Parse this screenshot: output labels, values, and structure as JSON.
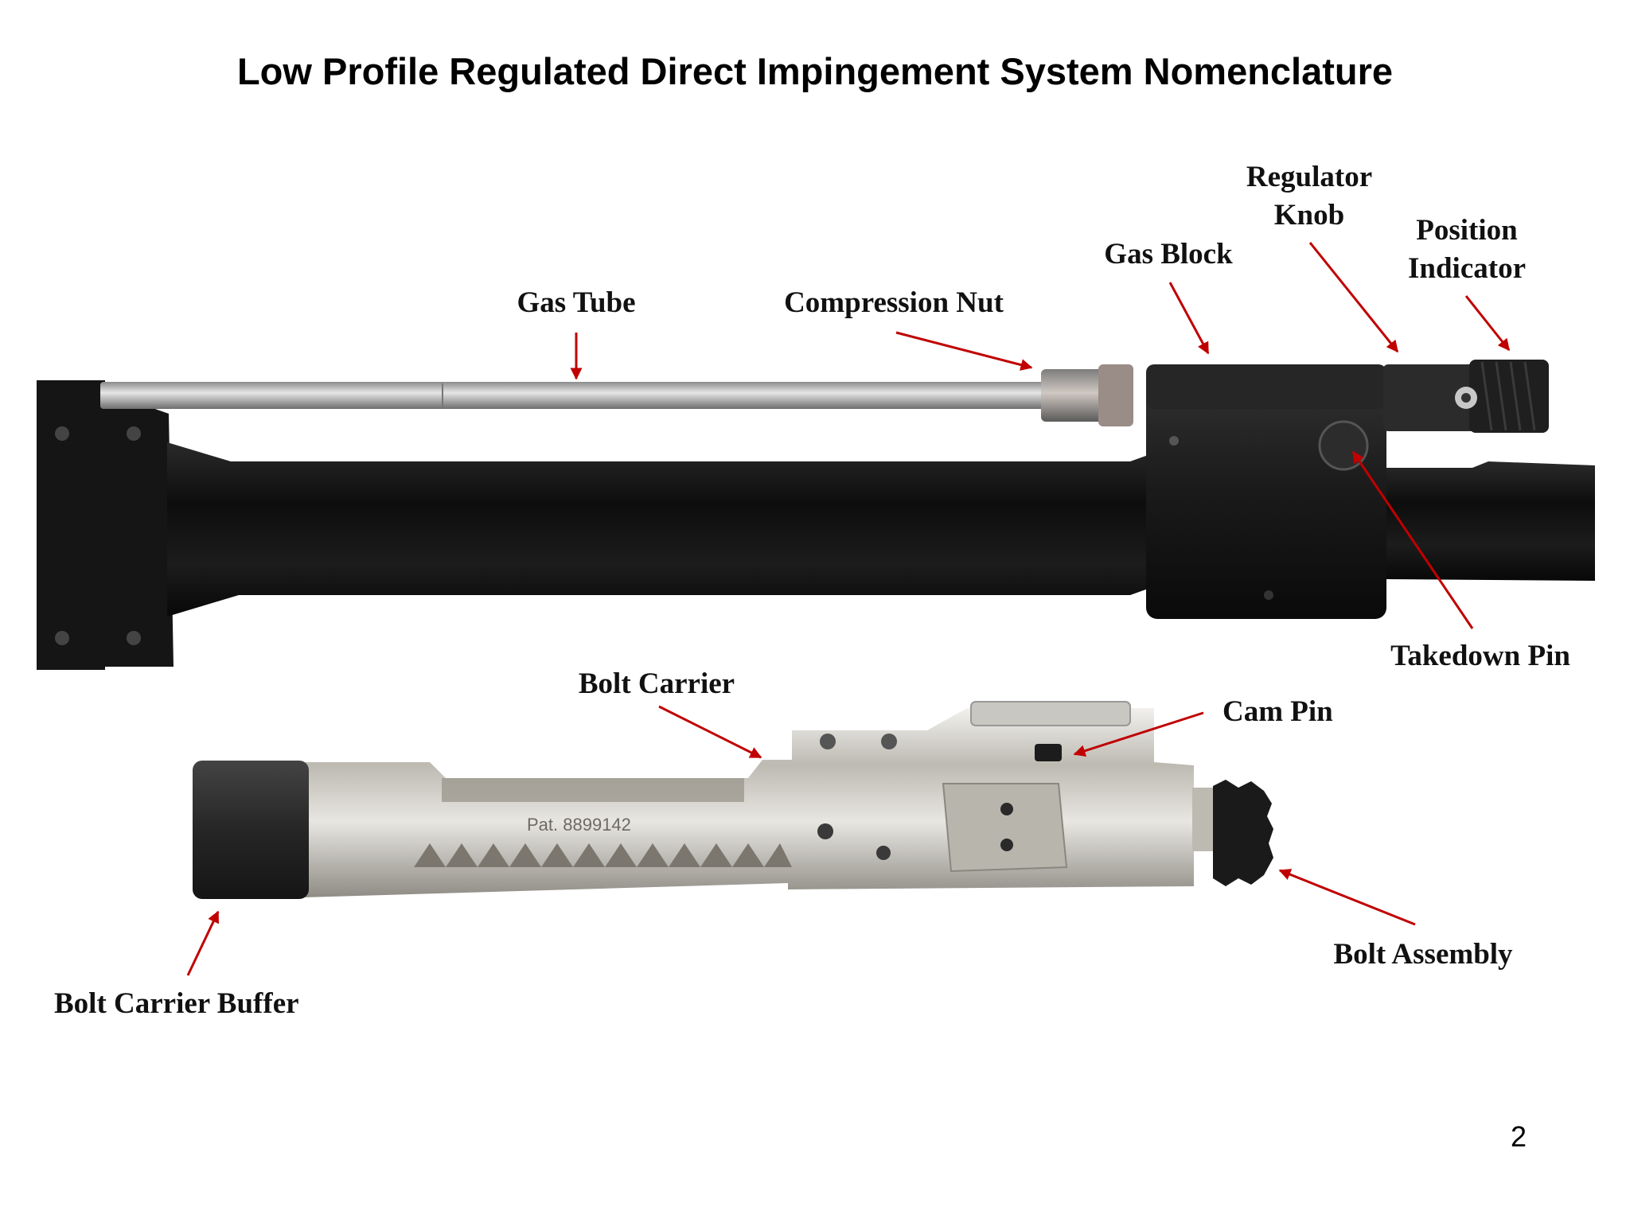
{
  "title": "Low Profile Regulated Direct Impingement System Nomenclature",
  "page_number": "2",
  "labels": {
    "gas_tube": "Gas Tube",
    "compression_nut": "Compression Nut",
    "gas_block": "Gas Block",
    "regulator_knob_l1": "Regulator",
    "regulator_knob_l2": "Knob",
    "position_indicator_l1": "Position",
    "position_indicator_l2": "Indicator",
    "takedown_pin": "Takedown Pin",
    "bolt_carrier": "Bolt Carrier",
    "cam_pin": "Cam Pin",
    "bolt_assembly": "Bolt Assembly",
    "bolt_carrier_buffer": "Bolt Carrier Buffer"
  },
  "carrier_marking": "Pat. 8899142",
  "colors": {
    "arrow": "#c00000",
    "barrel": "#141414",
    "gas_tube": "#a8a8a8",
    "nickel": "#d4d2cc",
    "buffer": "#303030"
  }
}
